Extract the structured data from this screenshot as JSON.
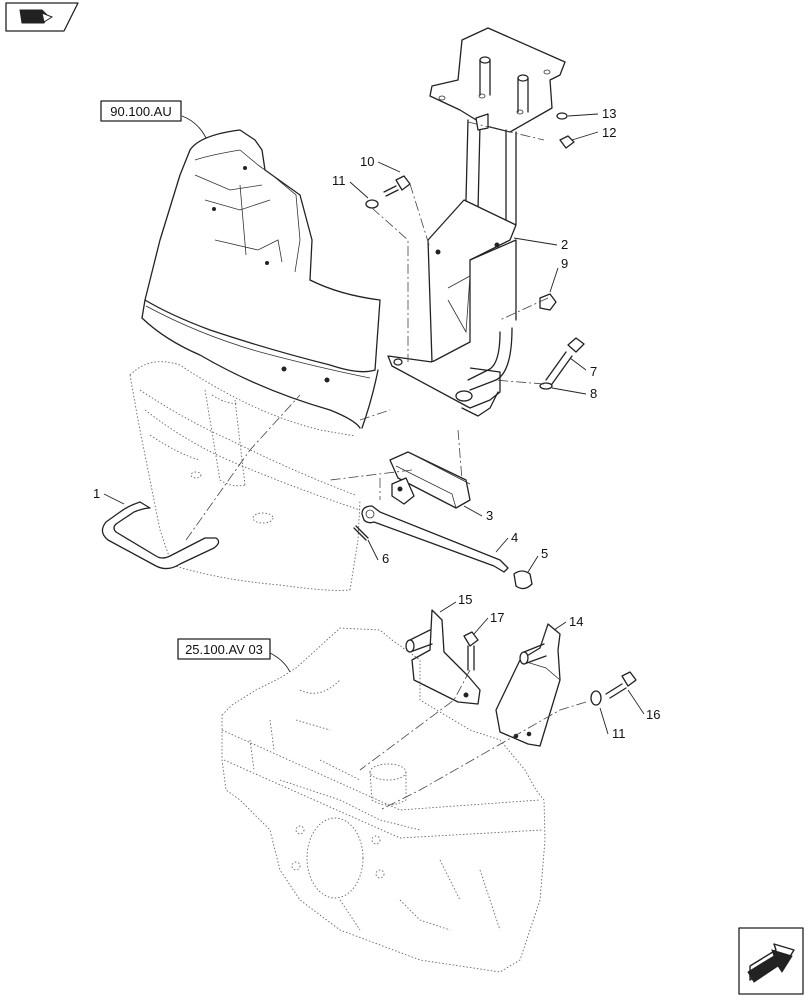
{
  "header": {
    "icon": "book-icon"
  },
  "references": [
    {
      "label": "90.100.AU"
    },
    {
      "label": "25.100.AV 03"
    }
  ],
  "callouts": [
    "1",
    "2",
    "3",
    "4",
    "5",
    "6",
    "7",
    "8",
    "9",
    "10",
    "11",
    "11",
    "12",
    "13",
    "14",
    "15",
    "16",
    "17"
  ],
  "footer": {
    "icon": "next-page-arrow-icon"
  }
}
